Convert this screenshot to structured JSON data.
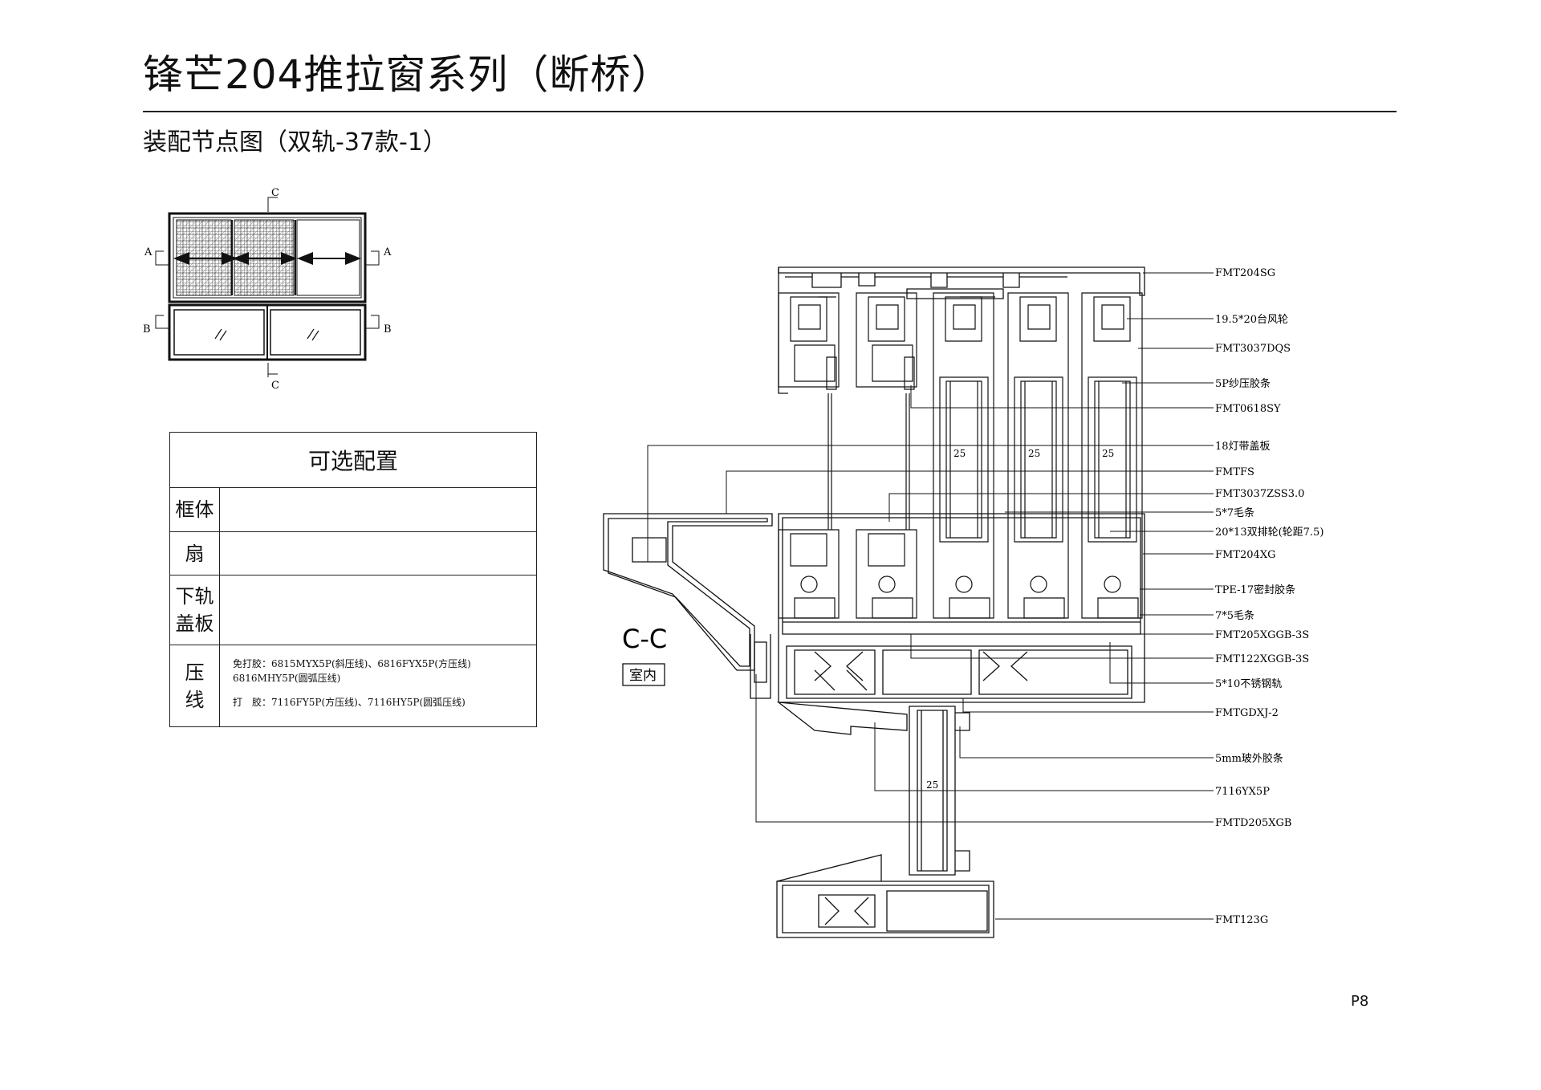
{
  "title": "锋芒204推拉窗系列（断桥）",
  "subtitle": "装配节点图（双轨-37款-1）",
  "page_number": "P8",
  "elevation": {
    "section_marks": [
      "A",
      "A",
      "B",
      "B",
      "C",
      "C"
    ]
  },
  "config_table": {
    "header": "可选配置",
    "rows": [
      {
        "label": "框体",
        "value": ""
      },
      {
        "label": "扇",
        "value": ""
      },
      {
        "label": "下轨\n盖板",
        "value": ""
      },
      {
        "label": "压\n线",
        "lines": [
          "免打胶：6815MYX5P(斜压线)、6816FYX5P(方压线)",
          "6816MHY5P(圆弧压线)",
          "打　胶：7116FY5P(方压线)、7116HY5P(圆弧压线)"
        ]
      }
    ]
  },
  "section": {
    "label": "C-C",
    "indoor_tag": "室内",
    "dims": [
      "25",
      "25",
      "25",
      "25"
    ],
    "callouts": [
      "FMT204SG",
      "19.5*20台风轮",
      "FMT3037DQS",
      "5P纱压胶条",
      "FMT0618SY",
      "18灯带盖板",
      "FMTFS",
      "FMT3037ZSS3.0",
      "5*7毛条",
      "20*13双排轮(轮距7.5)",
      "FMT204XG",
      "TPE-17密封胶条",
      "7*5毛条",
      "FMT205XGGB-3S",
      "FMT122XGGB-3S",
      "5*10不锈钢轨",
      "FMTGDXJ-2",
      "5mm玻外胶条",
      "7116YX5P",
      "FMTD205XGB",
      "FMT123G"
    ]
  }
}
